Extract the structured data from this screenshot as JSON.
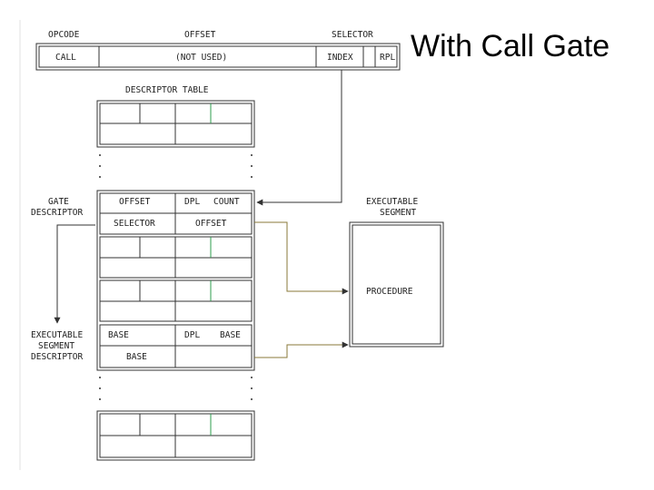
{
  "title": "With Call Gate",
  "instruction": {
    "headers": {
      "opcode": "OPCODE",
      "offset": "OFFSET",
      "selector": "SELECTOR"
    },
    "call": "CALL",
    "not_used": "(NOT USED)",
    "index": "INDEX",
    "rpl": "RPL"
  },
  "descriptor_table": {
    "title": "DESCRIPTOR TABLE",
    "gate_label": [
      "GATE",
      "DESCRIPTOR"
    ],
    "gate_row1": {
      "offset": "OFFSET",
      "dpl": "DPL",
      "count": "COUNT"
    },
    "gate_row2": {
      "selector": "SELECTOR",
      "offset": "OFFSET"
    },
    "exec_label": [
      "EXECUTABLE",
      "SEGMENT",
      "DESCRIPTOR"
    ],
    "exec_row1": {
      "base": "BASE",
      "dpl": "DPL",
      "base2": "BASE"
    },
    "exec_row2": {
      "base": "BASE"
    }
  },
  "executable_segment": {
    "label": [
      "EXECUTABLE",
      "SEGMENT"
    ],
    "procedure": "PROCEDURE"
  },
  "colors": {
    "line": "#333333",
    "green_tick": "#2e9c4e",
    "connector": "#8a7a3a"
  }
}
